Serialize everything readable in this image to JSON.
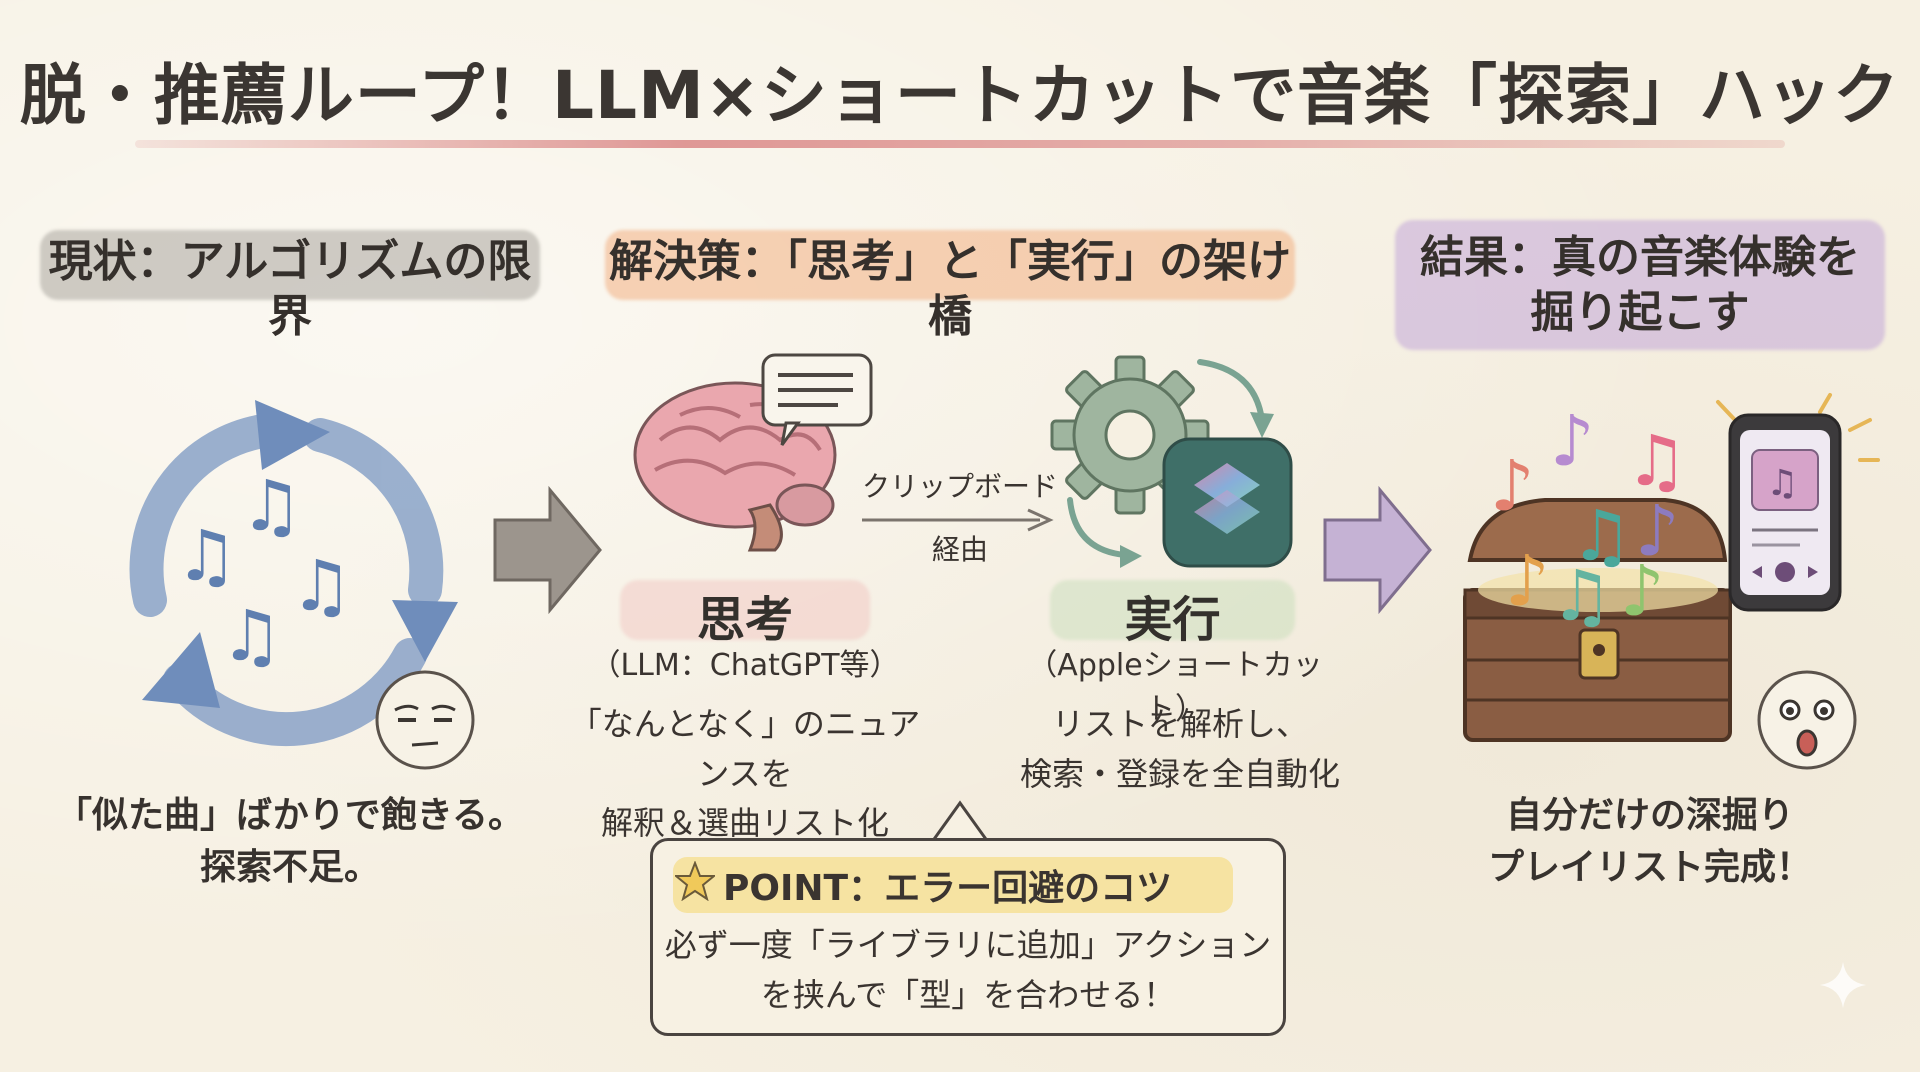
{
  "title": "脱・推薦ループ！LLM×ショートカットで音楽「探索」ハック",
  "sections": {
    "current": {
      "heading": "現状：アルゴリズムの限界",
      "caption_line1": "「似た曲」ばかりで飽きる。",
      "caption_line2": "探索不足。"
    },
    "solution": {
      "heading": "解決策：「思考」と「実行」の架け橋",
      "think": {
        "label": "思考",
        "sub": "（LLM：ChatGPT等）",
        "desc_line1": "「なんとなく」のニュアンスを",
        "desc_line2": "解釈＆選曲リスト化"
      },
      "connector_line1": "クリップボード",
      "connector_line2": "経由",
      "execute": {
        "label": "実行",
        "sub": "（Appleショートカット）",
        "desc_line1": "リストを解析し、",
        "desc_line2": "検索・登録を全自動化"
      },
      "point": {
        "title": "POINT：エラー回避のコツ",
        "line1": "必ず一度「ライブラリに追加」アクション",
        "line2": "を挟んで「型」を合わせる！"
      }
    },
    "result": {
      "heading_line1": "結果：真の音楽体験を",
      "heading_line2": "掘り起こす",
      "caption_line1": "自分だけの深掘り",
      "caption_line2": "プレイリスト完成！"
    }
  },
  "colors": {
    "loop_blue": "#8aa3c8",
    "note_blue": "#5f7fb0",
    "brain_pink": "#e8a0a8",
    "gear_green": "#8aa58f",
    "shortcut_teal": "#3f6f68",
    "chest_brown": "#8a5d43",
    "arrow_gray": "#8f8880",
    "arrow_purple": "#b7a3c6",
    "highlight_gray": "#c9c4bd",
    "highlight_orange": "#f1b98f",
    "highlight_purple": "#c8b3da",
    "title_underline": "#d67878"
  }
}
